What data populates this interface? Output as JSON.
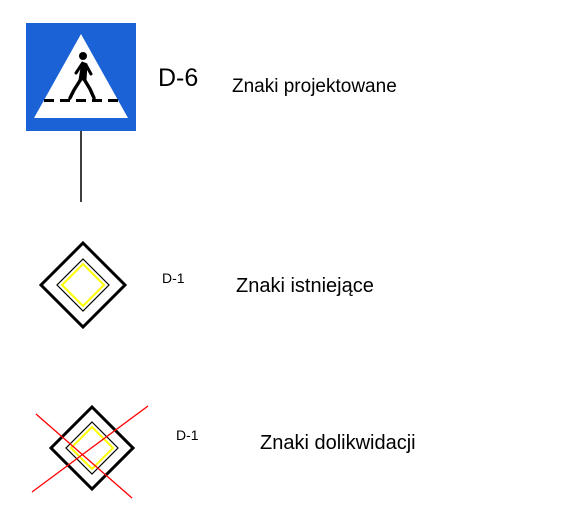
{
  "legend": {
    "projected": {
      "code": "D-6",
      "label": "Znaki projektowane"
    },
    "existing": {
      "code": "D-1",
      "label": "Znaki  istniejące"
    },
    "to_liquidate": {
      "code": "D-1",
      "label": "Znaki  dolikwidacji"
    }
  },
  "colors": {
    "sign_blue": "#1a62d6",
    "diamond_yellow": "#ffff00",
    "cross_red": "#ff0000",
    "outline": "#000000"
  },
  "icons": {
    "projected": "pedestrian-crossing-sign-icon",
    "existing": "priority-road-sign-icon",
    "to_liquidate": "crossed-priority-road-sign-icon"
  }
}
